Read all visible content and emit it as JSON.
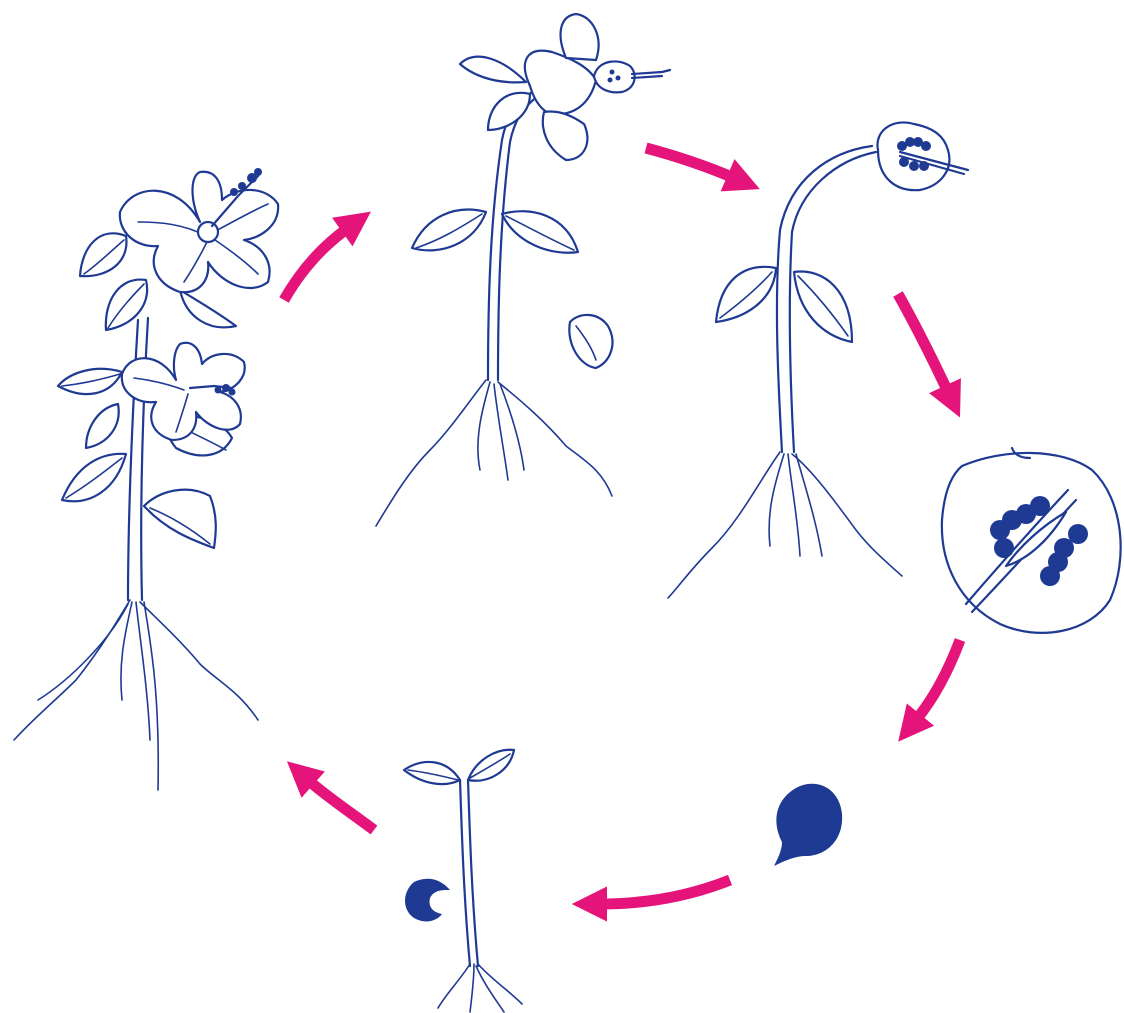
{
  "colors": {
    "ink": "#1f3a93",
    "arrow": "#e5147b",
    "background": "#ffffff"
  },
  "stages": [
    {
      "id": "flowering-plant",
      "icon": "hibiscus-flowering-plant-icon"
    },
    {
      "id": "wilting-flower",
      "icon": "wilting-flower-plant-icon"
    },
    {
      "id": "fruit-forming",
      "icon": "plant-with-fruit-icon"
    },
    {
      "id": "fruit-cross-section",
      "icon": "fruit-with-seeds-icon"
    },
    {
      "id": "seed",
      "icon": "seed-icon"
    },
    {
      "id": "seedling",
      "icon": "seedling-icon"
    }
  ],
  "arrows": [
    {
      "from": "flowering-plant",
      "to": "wilting-flower"
    },
    {
      "from": "wilting-flower",
      "to": "fruit-forming"
    },
    {
      "from": "fruit-forming",
      "to": "fruit-cross-section"
    },
    {
      "from": "fruit-cross-section",
      "to": "seed"
    },
    {
      "from": "seed",
      "to": "seedling"
    },
    {
      "from": "seedling",
      "to": "flowering-plant"
    }
  ]
}
